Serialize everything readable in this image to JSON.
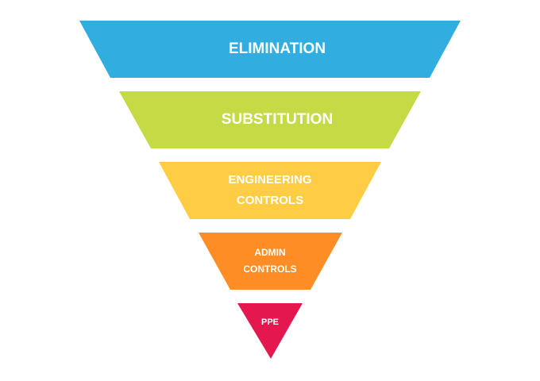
{
  "tiers": [
    {
      "lines": [
        "ELIMINATION"
      ],
      "color": "#31ADDF"
    },
    {
      "lines": [
        "SUBSTITUTION"
      ],
      "color": "#C5DA45"
    },
    {
      "lines": [
        "ENGINEERING",
        "CONTROLS"
      ],
      "color": "#FFCD44"
    },
    {
      "lines": [
        "ADMIN",
        "CONTROLS"
      ],
      "color": "#FE8D26"
    },
    {
      "lines": [
        "PPE"
      ],
      "color": "#E5174F"
    }
  ]
}
